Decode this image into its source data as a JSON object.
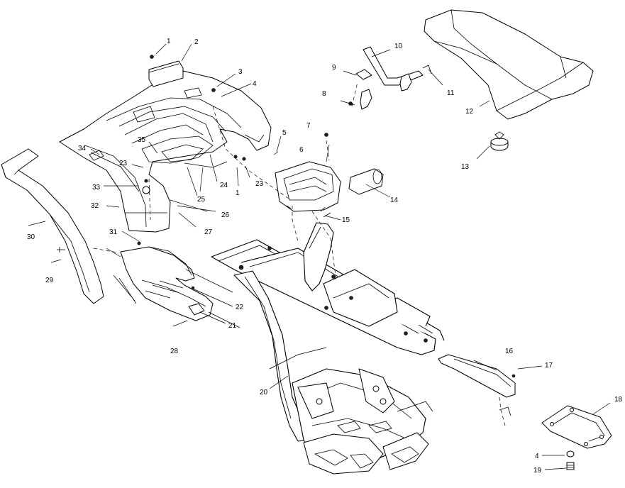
{
  "diagram": {
    "callouts": [
      "1",
      "2",
      "3",
      "4",
      "5",
      "6",
      "7",
      "8",
      "9",
      "10",
      "11",
      "12",
      "13",
      "14",
      "15",
      "16",
      "17",
      "18",
      "19",
      "20",
      "21",
      "22",
      "23",
      "24",
      "25",
      "26",
      "27",
      "28",
      "29",
      "30",
      "31",
      "32",
      "33",
      "34",
      "35"
    ],
    "labels": {
      "l1a": "1",
      "l2": "2",
      "l3": "3",
      "l4a": "4",
      "l5": "5",
      "l6": "6",
      "l7": "7",
      "l8": "8",
      "l9": "9",
      "l10": "10",
      "l11": "11",
      "l12": "12",
      "l13": "13",
      "l14": "14",
      "l15": "15",
      "l16": "16",
      "l17": "17",
      "l18": "18",
      "l4b": "4",
      "l19": "19",
      "l20": "20",
      "l21": "21",
      "l22": "22",
      "l23a": "23",
      "l23b": "23",
      "l24": "24",
      "l25": "25",
      "l26": "26",
      "l27": "27",
      "l28": "28",
      "l29": "29",
      "l30": "30",
      "l31": "31",
      "l32": "32",
      "l33": "33",
      "l34": "34",
      "l35": "35",
      "l1b": "1"
    }
  }
}
